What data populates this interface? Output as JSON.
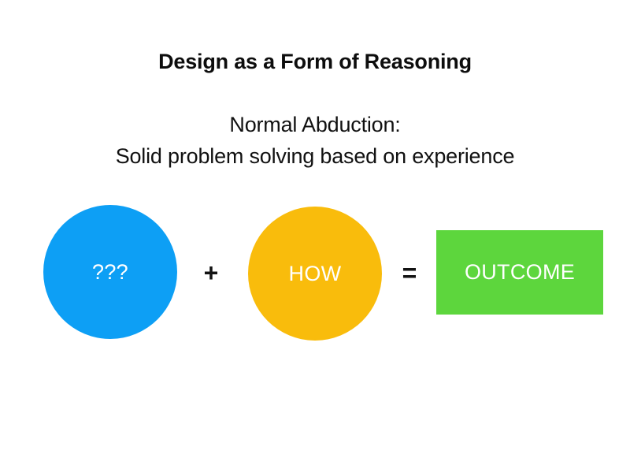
{
  "slide": {
    "background_color": "#ffffff",
    "title": "Design as a Form of Reasoning",
    "subtitle": {
      "line1": "Normal Abduction:",
      "line2": "Solid problem solving based on experience"
    },
    "equation": {
      "terms": [
        {
          "id": "unknown",
          "shape": "circle",
          "label": "???",
          "fill_color": "#0d9ff5",
          "text_color": "#ffffff"
        },
        {
          "id": "how",
          "shape": "circle",
          "label": "HOW",
          "fill_color": "#f9bc0c",
          "text_color": "#ffffff"
        },
        {
          "id": "outcome",
          "shape": "rectangle",
          "label": "OUTCOME",
          "fill_color": "#5dd63d",
          "text_color": "#ffffff"
        }
      ],
      "operators": {
        "plus": "+",
        "equals": "="
      },
      "operator_color": "#121212"
    }
  }
}
